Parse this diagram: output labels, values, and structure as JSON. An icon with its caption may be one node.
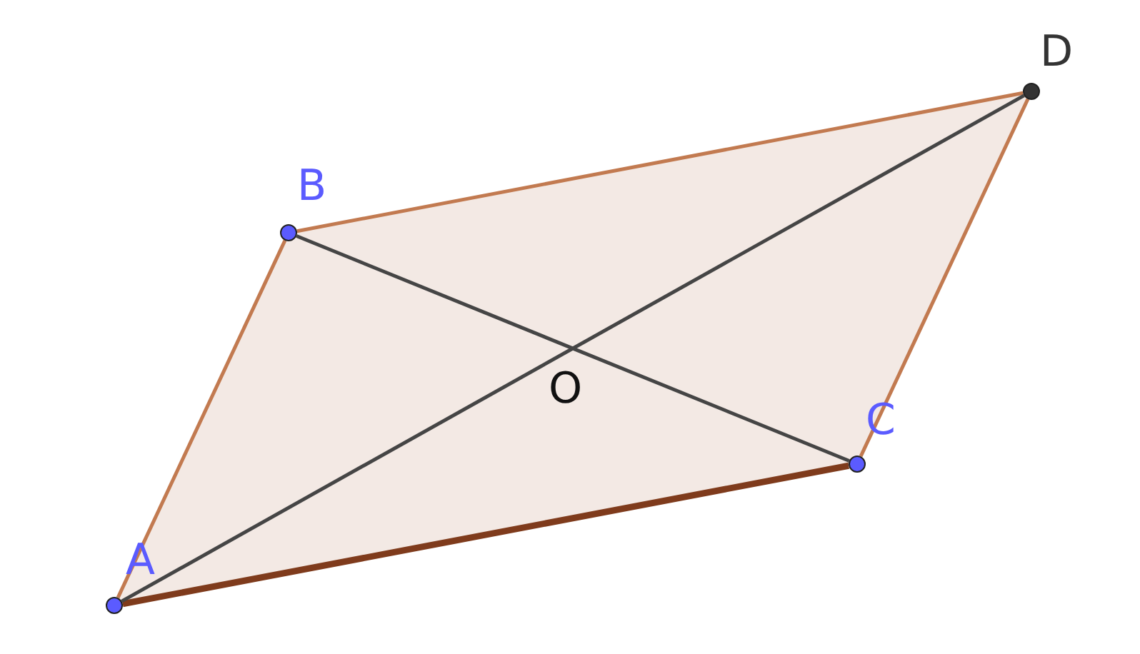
{
  "diagram": {
    "nodes": [
      {
        "text": [],
        "shape": "circle",
        "beside": [
          "A"
        ]
      },
      {
        "text": [],
        "shape": "circle",
        "beside": [
          "B"
        ]
      },
      {
        "text": [],
        "shape": "circle",
        "beside": [
          "C"
        ]
      },
      {
        "text": [],
        "shape": "circle",
        "beside": [
          "D"
        ]
      }
    ],
    "edges": [
      {
        "from": 0,
        "to": 1,
        "arrow": "none"
      },
      {
        "from": 1,
        "to": 3,
        "arrow": "none"
      },
      {
        "from": 3,
        "to": 2,
        "arrow": "none"
      },
      {
        "from": 2,
        "to": 0,
        "arrow": "none",
        "style": "thick",
        "color": "#7f3b1c"
      },
      {
        "from": 0,
        "to": 3,
        "arrow": "none",
        "color": "#454545"
      },
      {
        "from": 1,
        "to": 2,
        "arrow": "none",
        "color": "#454545"
      }
    ],
    "labels": [
      "O"
    ]
  }
}
